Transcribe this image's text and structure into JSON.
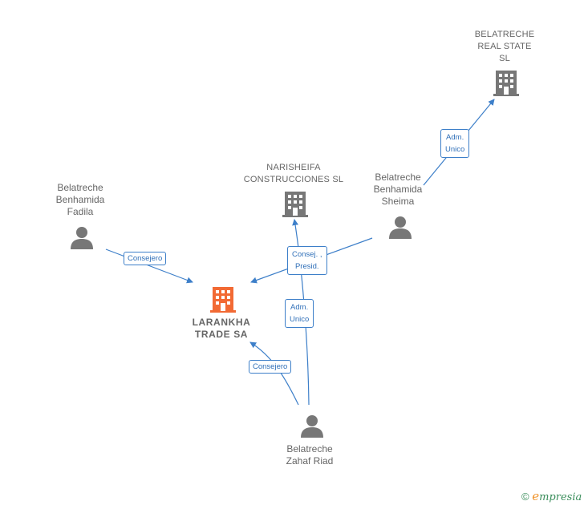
{
  "nodes": {
    "larankha": {
      "label_lines": [
        "LARANKHA",
        "TRADE SA"
      ],
      "type": "company",
      "color": "#f26a34"
    },
    "belatreche_real_state": {
      "label_lines": [
        "BELATRECHE",
        "REAL STATE",
        "SL"
      ],
      "type": "company",
      "color": "#777777"
    },
    "narisheifa": {
      "label_lines": [
        "NARISHEIFA",
        "CONSTRUCCIONES SL"
      ],
      "type": "company",
      "color": "#777777"
    },
    "fadila": {
      "label_lines": [
        "Belatreche",
        "Benhamida",
        "Fadila"
      ],
      "type": "person"
    },
    "sheima": {
      "label_lines": [
        "Belatreche",
        "Benhamida",
        "Sheima"
      ],
      "type": "person"
    },
    "riad": {
      "label_lines": [
        "Belatreche",
        "Zahaf Riad"
      ],
      "type": "person"
    }
  },
  "relations": {
    "fadila_larankha": {
      "lines": [
        "Consejero"
      ]
    },
    "sheima_larankha": {
      "lines": [
        "Consej. ,",
        "Presid."
      ]
    },
    "riad_narisheifa": {
      "lines": [
        "Adm.",
        "Unico"
      ]
    },
    "riad_larankha": {
      "lines": [
        "Consejero"
      ]
    },
    "sheima_realstate": {
      "lines": [
        "Adm.",
        "Unico"
      ]
    }
  },
  "footer": {
    "copyright_symbol": "©",
    "brand_initial": "e",
    "brand_rest": "mpresia"
  },
  "colors": {
    "edge": "#3d7fc9",
    "person_icon": "#777777",
    "main_company": "#f26a34",
    "company": "#777777"
  }
}
